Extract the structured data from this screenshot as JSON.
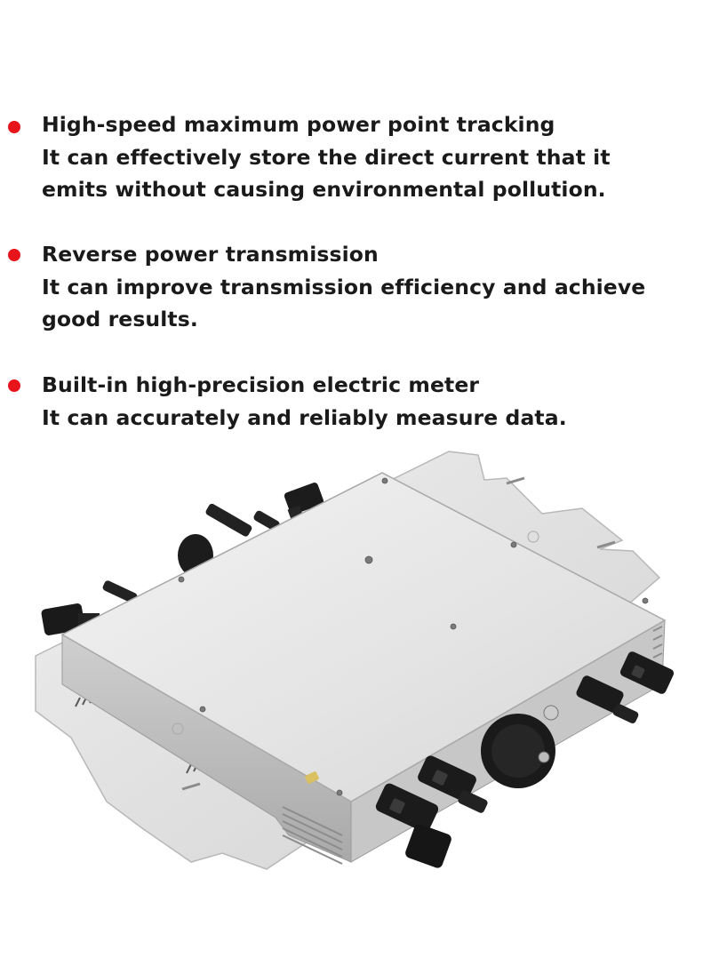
{
  "features": [
    {
      "title": "High-speed maximum power point tracking",
      "description": "It can effectively store the direct current that it emits without causing environmental pollution."
    },
    {
      "title": "Reverse power transmission",
      "description": "It can improve transmission efficiency and achieve good results."
    },
    {
      "title": "Built-in high-precision electric meter",
      "description": "It can accurately and reliably measure data."
    }
  ],
  "colors": {
    "bullet": "#e8141b",
    "text": "#1a1a1a",
    "housing": "#d9d9d9",
    "connector": "#1c1c1c"
  },
  "product": {
    "icon": "micro-inverter-image"
  }
}
